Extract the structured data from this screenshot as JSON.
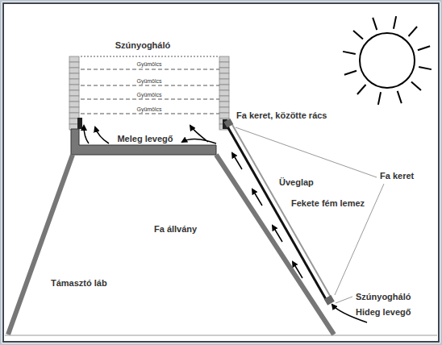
{
  "diagram": {
    "labels": [
      "Szúnyogháló",
      "Gyümölcs",
      "Gyümölcs",
      "Gyümölcs",
      "Gyümölcs",
      "Fa keret, közötte rács",
      "Meleg levegő",
      "Üveglap",
      "Fekete fém lemez",
      "Fa keret",
      "Fa állvány",
      "Támasztó láb",
      "Szúnyogháló",
      "Hideg levegő"
    ]
  }
}
